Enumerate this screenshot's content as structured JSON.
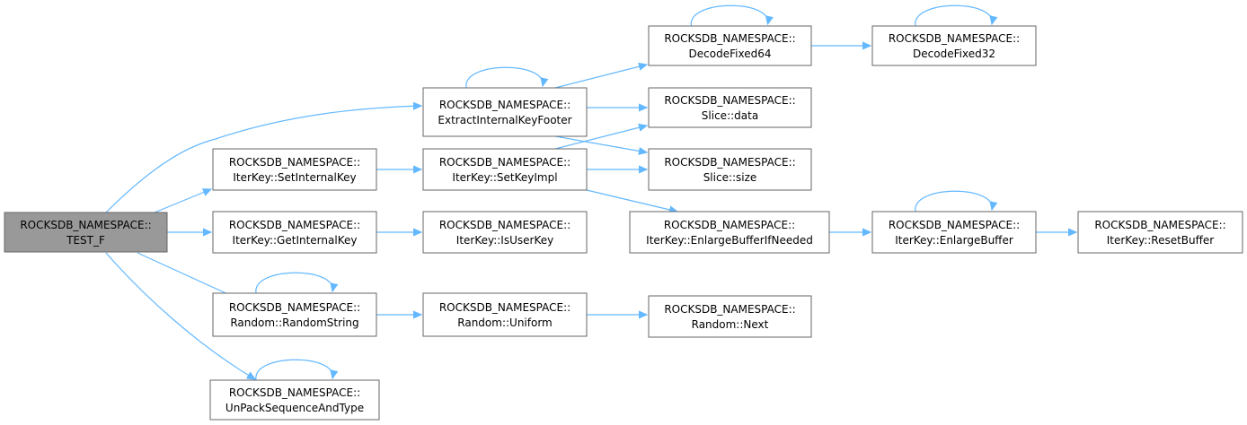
{
  "graph": {
    "type": "call-graph",
    "edge_color": "#63b8ff",
    "node_border_color": "#666666",
    "root_fill": "#999999",
    "nodes": [
      {
        "id": "test_f",
        "line1": "ROCKSDB_NAMESPACE::",
        "line2": "TEST_F",
        "root": true
      },
      {
        "id": "extract_internal_key_footer",
        "line1": "ROCKSDB_NAMESPACE::",
        "line2": "ExtractInternalKeyFooter"
      },
      {
        "id": "iterkey_set_internal_key",
        "line1": "ROCKSDB_NAMESPACE::",
        "line2": "IterKey::SetInternalKey"
      },
      {
        "id": "iterkey_get_internal_key",
        "line1": "ROCKSDB_NAMESPACE::",
        "line2": "IterKey::GetInternalKey"
      },
      {
        "id": "random_random_string",
        "line1": "ROCKSDB_NAMESPACE::",
        "line2": "Random::RandomString"
      },
      {
        "id": "unpack_sequence_and_type",
        "line1": "ROCKSDB_NAMESPACE::",
        "line2": "UnPackSequenceAndType"
      },
      {
        "id": "iterkey_set_key_impl",
        "line1": "ROCKSDB_NAMESPACE::",
        "line2": "IterKey::SetKeyImpl"
      },
      {
        "id": "iterkey_is_user_key",
        "line1": "ROCKSDB_NAMESPACE::",
        "line2": "IterKey::IsUserKey"
      },
      {
        "id": "random_uniform",
        "line1": "ROCKSDB_NAMESPACE::",
        "line2": "Random::Uniform"
      },
      {
        "id": "decode_fixed64",
        "line1": "ROCKSDB_NAMESPACE::",
        "line2": "DecodeFixed64"
      },
      {
        "id": "slice_data",
        "line1": "ROCKSDB_NAMESPACE::",
        "line2": "Slice::data"
      },
      {
        "id": "slice_size",
        "line1": "ROCKSDB_NAMESPACE::",
        "line2": "Slice::size"
      },
      {
        "id": "iterkey_enlarge_buffer_if_needed",
        "line1": "ROCKSDB_NAMESPACE::",
        "line2": "IterKey::EnlargeBufferIfNeeded"
      },
      {
        "id": "random_next",
        "line1": "ROCKSDB_NAMESPACE::",
        "line2": "Random::Next"
      },
      {
        "id": "decode_fixed32",
        "line1": "ROCKSDB_NAMESPACE::",
        "line2": "DecodeFixed32"
      },
      {
        "id": "iterkey_enlarge_buffer",
        "line1": "ROCKSDB_NAMESPACE::",
        "line2": "IterKey::EnlargeBuffer"
      },
      {
        "id": "iterkey_reset_buffer",
        "line1": "ROCKSDB_NAMESPACE::",
        "line2": "IterKey::ResetBuffer"
      }
    ],
    "edges": [
      {
        "from": "test_f",
        "to": "extract_internal_key_footer"
      },
      {
        "from": "test_f",
        "to": "iterkey_set_internal_key"
      },
      {
        "from": "test_f",
        "to": "iterkey_get_internal_key"
      },
      {
        "from": "test_f",
        "to": "random_random_string"
      },
      {
        "from": "test_f",
        "to": "unpack_sequence_and_type"
      },
      {
        "from": "extract_internal_key_footer",
        "to": "extract_internal_key_footer"
      },
      {
        "from": "extract_internal_key_footer",
        "to": "decode_fixed64"
      },
      {
        "from": "extract_internal_key_footer",
        "to": "slice_data"
      },
      {
        "from": "extract_internal_key_footer",
        "to": "slice_size"
      },
      {
        "from": "iterkey_set_internal_key",
        "to": "iterkey_set_key_impl"
      },
      {
        "from": "iterkey_set_key_impl",
        "to": "slice_data"
      },
      {
        "from": "iterkey_set_key_impl",
        "to": "slice_size"
      },
      {
        "from": "iterkey_set_key_impl",
        "to": "iterkey_enlarge_buffer_if_needed"
      },
      {
        "from": "iterkey_get_internal_key",
        "to": "iterkey_is_user_key"
      },
      {
        "from": "random_random_string",
        "to": "random_random_string"
      },
      {
        "from": "random_random_string",
        "to": "random_uniform"
      },
      {
        "from": "random_uniform",
        "to": "random_next"
      },
      {
        "from": "unpack_sequence_and_type",
        "to": "unpack_sequence_and_type"
      },
      {
        "from": "decode_fixed64",
        "to": "decode_fixed64"
      },
      {
        "from": "decode_fixed64",
        "to": "decode_fixed32"
      },
      {
        "from": "decode_fixed32",
        "to": "decode_fixed32"
      },
      {
        "from": "iterkey_enlarge_buffer_if_needed",
        "to": "iterkey_enlarge_buffer"
      },
      {
        "from": "iterkey_enlarge_buffer",
        "to": "iterkey_enlarge_buffer"
      },
      {
        "from": "iterkey_enlarge_buffer",
        "to": "iterkey_reset_buffer"
      }
    ]
  }
}
